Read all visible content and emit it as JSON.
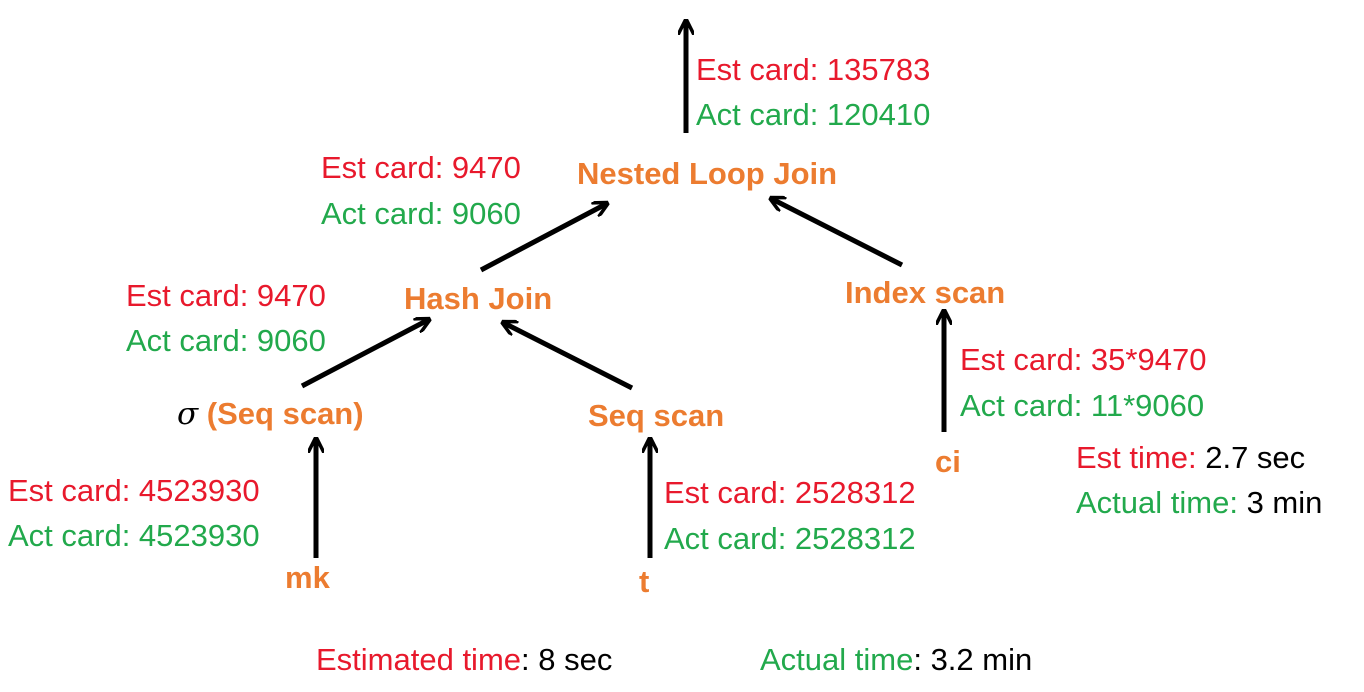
{
  "nodes": {
    "nested_loop_join": "Nested Loop Join",
    "hash_join": "Hash Join",
    "index_scan": "Index scan",
    "sigma": "σ",
    "seq_scan_filter": "(Seq scan)",
    "seq_scan": "Seq scan",
    "mk": "mk",
    "t": "t",
    "ci": "ci"
  },
  "cards": {
    "top": {
      "est": "Est card: 135783",
      "act": "Act card: 120410"
    },
    "hash_to_nlj": {
      "est": "Est card: 9470",
      "act": "Act card: 9060"
    },
    "sigma_to_hash": {
      "est": "Est card: 9470",
      "act": "Act card: 9060"
    },
    "index_to_nlj": {
      "est": "Est card: 35*9470",
      "act": "Act card: 11*9060"
    },
    "mk_scan": {
      "est": "Est card: 4523930",
      "act": "Act card: 4523930"
    },
    "t_scan": {
      "est": "Est card: 2528312",
      "act": "Act card: 2528312"
    }
  },
  "index_times": {
    "est_label": "Est time:",
    "est_value": "2.7 sec",
    "act_label": "Actual time:",
    "act_value": "3 min"
  },
  "totals": {
    "est_label": "Estimated time",
    "est_value": ": 8 sec",
    "act_label": "Actual time",
    "act_value": ": 3.2 min"
  },
  "colors": {
    "estimate": "#e8192c",
    "actual": "#22a94c",
    "operator": "#ec7c30"
  }
}
